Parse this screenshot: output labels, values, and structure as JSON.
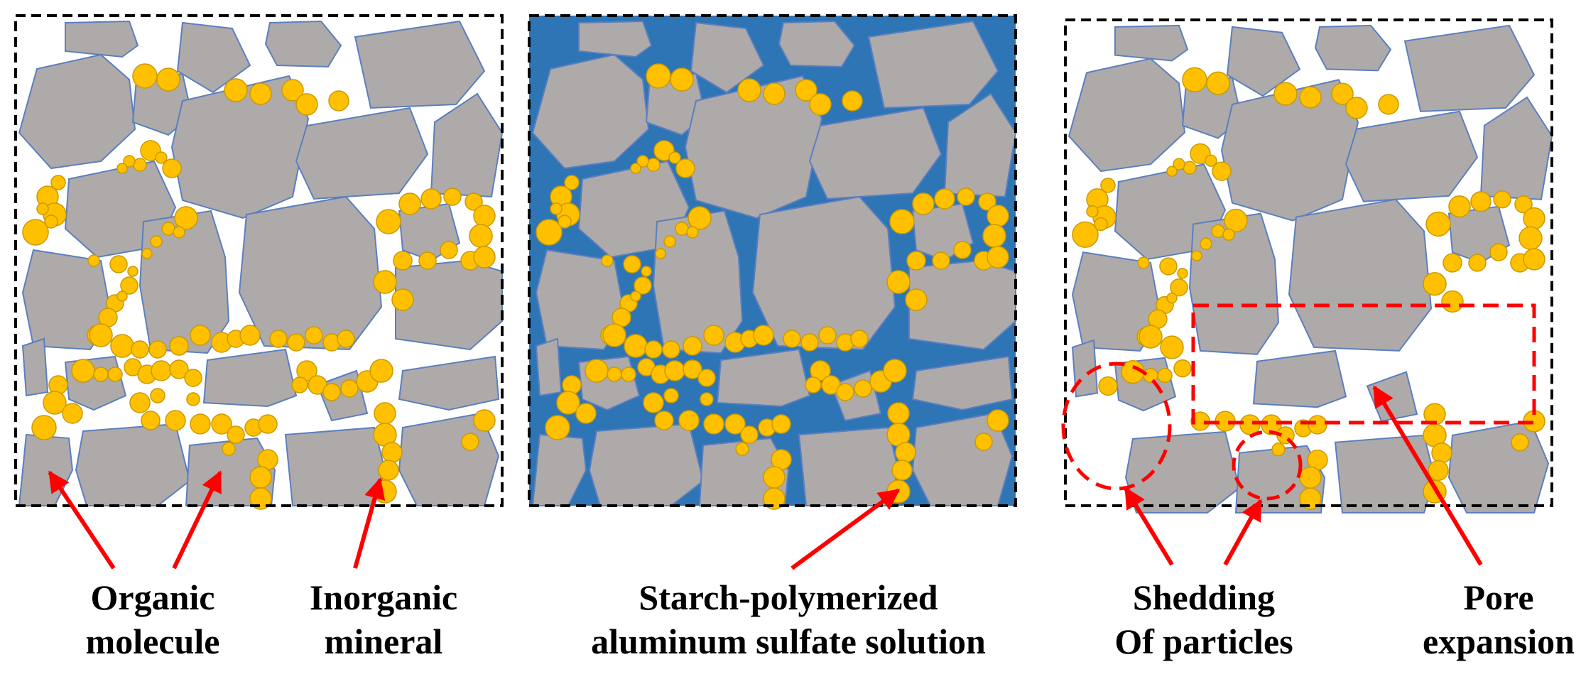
{
  "panels": [
    {
      "id": "original",
      "background": "#ffffff",
      "labels": [
        {
          "key": "organic",
          "lines": [
            "Organic",
            "molecule"
          ]
        },
        {
          "key": "inorganic",
          "lines": [
            "Inorganic",
            "mineral"
          ]
        }
      ]
    },
    {
      "id": "solution",
      "background": "#2e75b6",
      "labels": [
        {
          "key": "solution",
          "lines": [
            "Starch-polymerized",
            "aluminum sulfate solution"
          ]
        }
      ]
    },
    {
      "id": "eroded",
      "background": "#ffffff",
      "labels": [
        {
          "key": "shedding",
          "lines": [
            "Shedding",
            "Of particles"
          ]
        },
        {
          "key": "pore",
          "lines": [
            "Pore",
            "expansion"
          ]
        }
      ]
    }
  ],
  "colors": {
    "rock_fill": "#aeaaaa",
    "rock_stroke": "#5b7fbf",
    "mineral_fill": "#ffc000",
    "mineral_stroke": "#c99a00",
    "arrow": "#ff0000",
    "highlight_dash": "#ff0000",
    "frame_dash": "#000000"
  }
}
